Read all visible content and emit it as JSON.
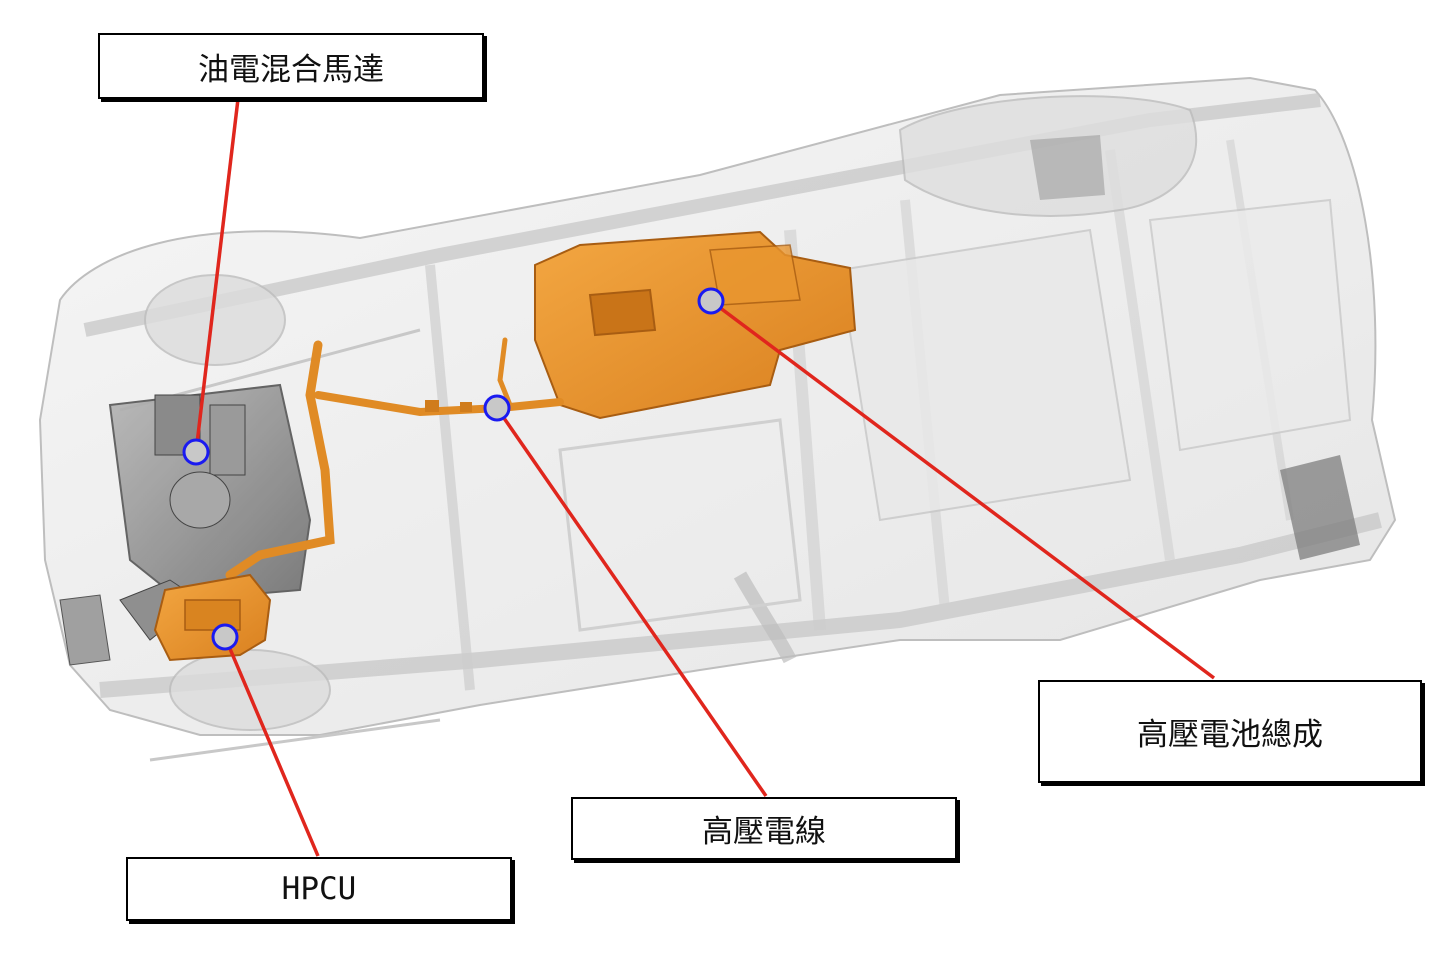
{
  "labels": {
    "hybrid_motor": "油電混合馬達",
    "battery_pack": "高壓電池總成",
    "hv_cable": "高壓電線",
    "hpcu": "HPCU"
  },
  "colors": {
    "leader_line": "#e0261d",
    "marker_fill": "#c8c8c8",
    "marker_stroke": "#1a1af0",
    "component_highlight": "#e9962f",
    "chassis_wireframe": "#b9b9b9"
  }
}
